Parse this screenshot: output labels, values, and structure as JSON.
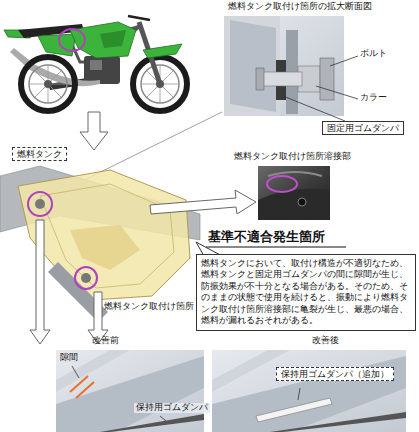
{
  "diagram": {
    "nodes": [
      {
        "text": [
          "固定用ゴムダンパ"
        ]
      },
      {
        "text": [
          "燃料タンク"
        ]
      },
      {
        "text": [
          "燃料タンクにおいて、取付け構造が不適切なため、燃料タンクと固定用ゴムダンパの間に隙間が生じ、防振効果が不十分となる場合がある。そのため、そのままの状態で使用を続けると、振動により燃料タンク取付け箇所溶接部に亀裂が生じ、最悪の場合、燃料が漏れるおそれがある。"
        ]
      },
      {
        "text": [
          "保持用ゴムダンパ（追加）"
        ]
      }
    ],
    "labels": [
      "燃料タンク取付け箇所の拡大断面図",
      "ボルト",
      "カラー",
      "燃料タンク取付け箇所溶接部",
      "燃料タンク取付け箇所",
      "基準不適合発生箇所",
      "改善前",
      "隙間",
      "保持用ゴムダンパ",
      "改善後"
    ]
  }
}
